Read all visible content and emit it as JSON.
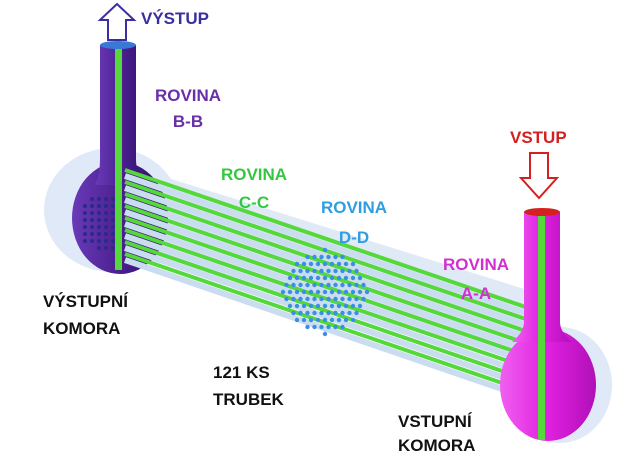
{
  "labels": {
    "outlet_arrow": "VÝSTUP",
    "inlet_arrow": "VSTUP",
    "plane_bb_line1": "ROVINA",
    "plane_bb_line2": "B-B",
    "plane_cc_line1": "ROVINA",
    "plane_cc_line2": "C-C",
    "plane_dd_line1": "ROVINA",
    "plane_dd_line2": "D-D",
    "plane_aa_line1": "ROVINA",
    "plane_aa_line2": "A-A",
    "outlet_chamber_line1": "VÝSTUPNÍ",
    "outlet_chamber_line2": "KOMORA",
    "inlet_chamber_line1": "VSTUPNÍ",
    "inlet_chamber_line2": "KOMORA",
    "tube_count_line1": "121 KS",
    "tube_count_line2": "TRUBEK"
  },
  "colors": {
    "outlet_chamber": "#4b1f8f",
    "inlet_chamber": "#e020e0",
    "tube": "#55d83a",
    "tube_gap": "#c9dcf0",
    "shell_ghost": "#dde8f6",
    "dots": "#3a8ee6",
    "outlet_text": "#3a2f9e",
    "plane_bb": "#6a2fa8",
    "plane_cc": "#34c840",
    "plane_dd": "#2f9ee0",
    "plane_aa": "#d030d0",
    "inlet_text": "#d42020"
  }
}
